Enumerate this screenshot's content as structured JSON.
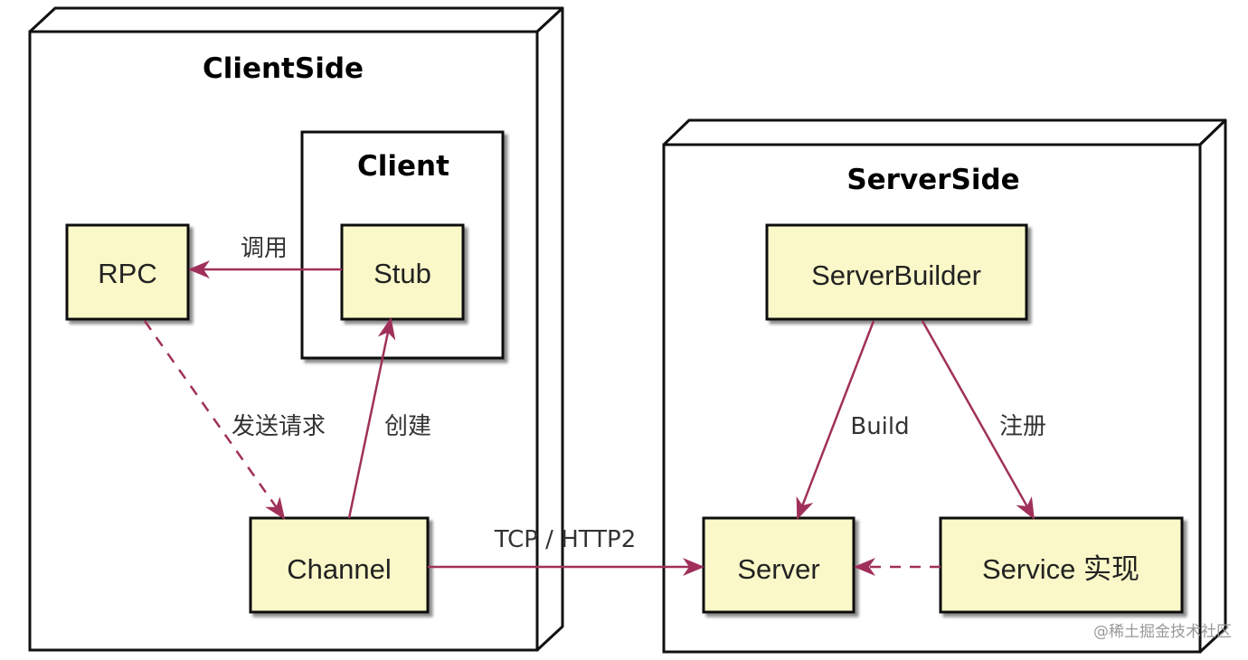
{
  "client_side": {
    "title": "ClientSide",
    "client_group": {
      "title": "Client"
    },
    "nodes": {
      "rpc": "RPC",
      "stub": "Stub",
      "channel": "Channel"
    }
  },
  "server_side": {
    "title": "ServerSide",
    "nodes": {
      "server_builder": "ServerBuilder",
      "server": "Server",
      "service": "Service 实现"
    }
  },
  "edges": {
    "stub_to_rpc": "调用",
    "rpc_to_channel": "发送请求",
    "channel_to_stub": "创建",
    "channel_to_server": "TCP / HTTP2",
    "builder_to_server": "Build",
    "builder_to_service": "注册"
  },
  "watermark": "@稀土掘金技术社区",
  "colors": {
    "node_fill": "#FAF8C8",
    "arrow": "#A0305A",
    "border": "#111111"
  }
}
